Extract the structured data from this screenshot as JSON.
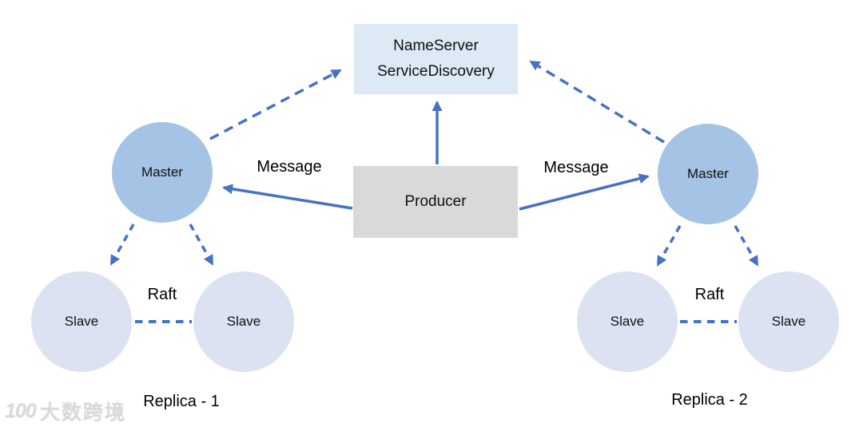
{
  "colors": {
    "arrow": "#4472c4",
    "master_fill": "#a5c3e4",
    "slave_fill": "#dce2f1",
    "nameserver_fill": "#dde9f5",
    "producer_fill": "#d9d9d9",
    "text": "#111111"
  },
  "nodes": {
    "nameserver_line1": "NameServer",
    "nameserver_line2": "ServiceDiscovery",
    "producer": "Producer",
    "master_left": "Master",
    "master_right": "Master",
    "slave_left_1": "Slave",
    "slave_left_2": "Slave",
    "slave_right_1": "Slave",
    "slave_right_2": "Slave"
  },
  "labels": {
    "message_left": "Message",
    "message_right": "Message",
    "raft_left": "Raft",
    "raft_right": "Raft",
    "replica_left": "Replica - 1",
    "replica_right": "Replica - 2"
  },
  "watermark": {
    "logo_text": "100",
    "brand_text": "大数跨境"
  }
}
